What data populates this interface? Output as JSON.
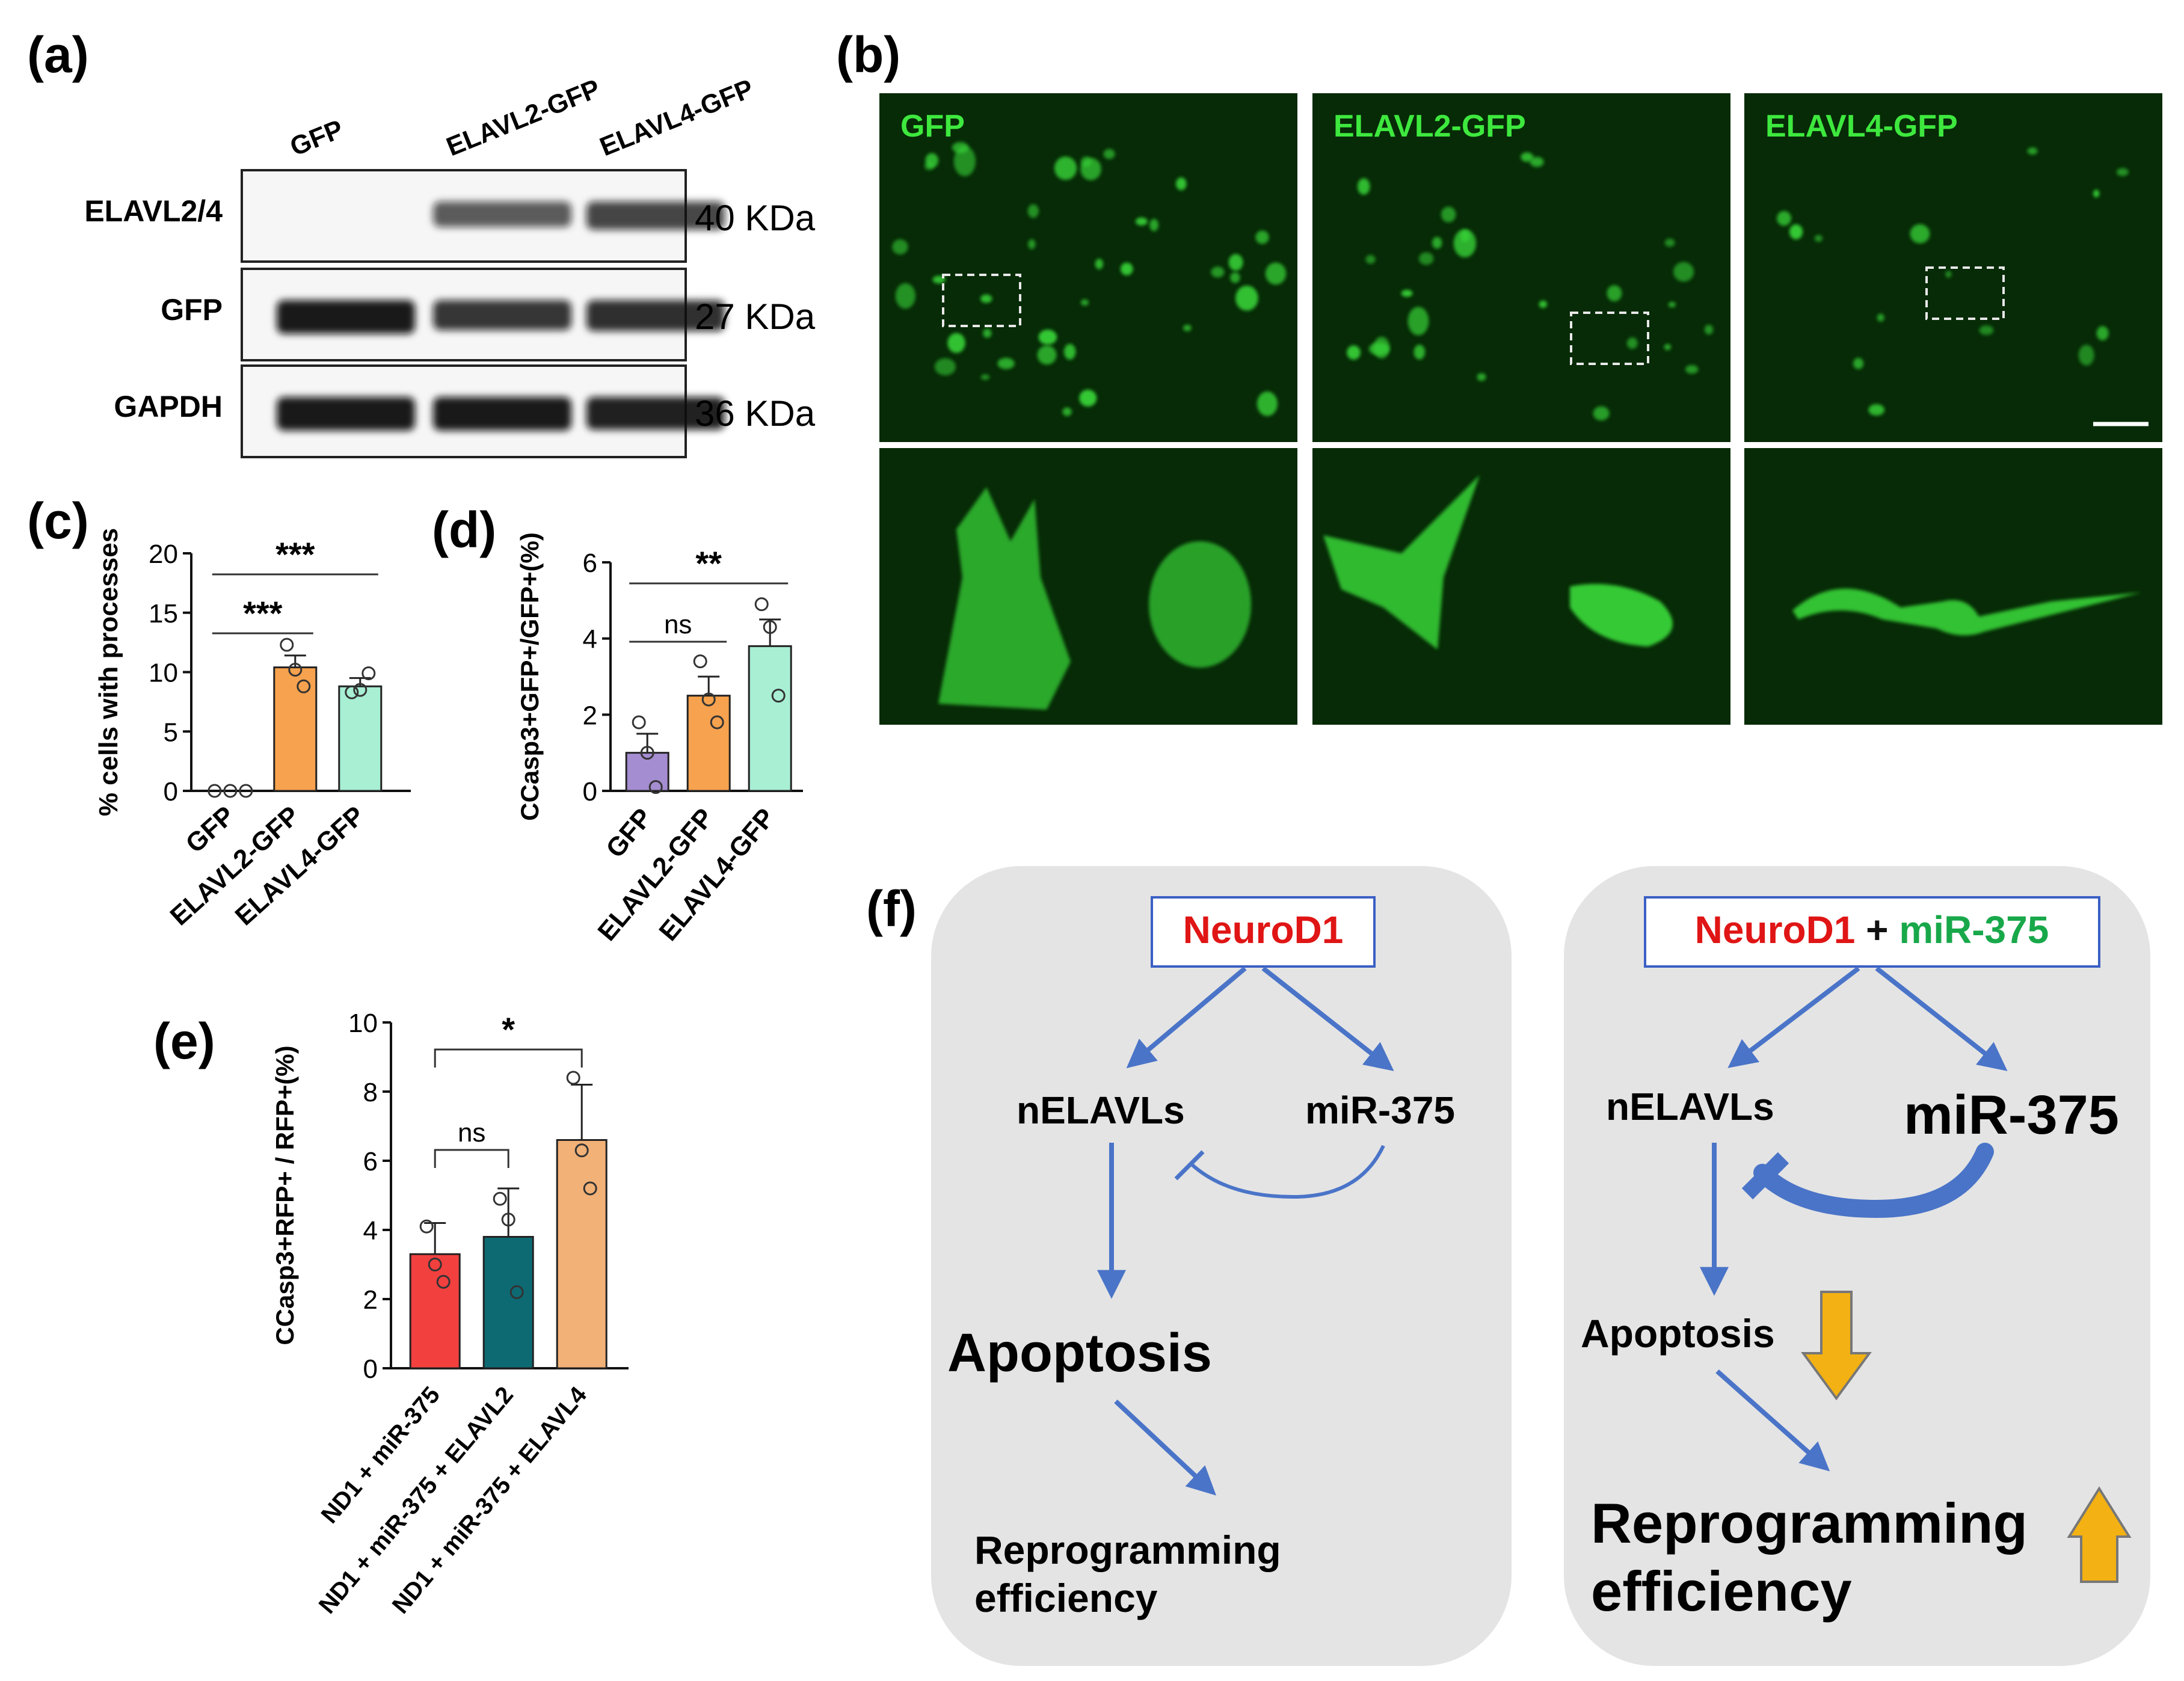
{
  "panels": {
    "a": "(a)",
    "b": "(b)",
    "c": "(c)",
    "d": "(d)",
    "e": "(e)",
    "f": "(f)"
  },
  "western": {
    "lanes": [
      "GFP",
      "ELAVL2-GFP",
      "ELAVL4-GFP"
    ],
    "rows": [
      {
        "label": "ELAVL2/4",
        "size": "40 KDa",
        "bands": [
          0.0,
          0.55,
          0.7
        ]
      },
      {
        "label": "GFP",
        "size": "27 KDa",
        "bands": [
          1.0,
          0.8,
          0.85
        ]
      },
      {
        "label": "GAPDH",
        "size": "36 KDa",
        "bands": [
          1.0,
          1.0,
          0.95
        ]
      }
    ]
  },
  "microscopy": {
    "labels": [
      "GFP",
      "ELAVL2-GFP",
      "ELAVL4-GFP"
    ],
    "colors": {
      "background": "#062b06",
      "cell": "#37d337",
      "label": "#3ee83e",
      "border": "#ffffff"
    }
  },
  "chart_data": [
    {
      "id": "c",
      "type": "bar",
      "ylabel": "% cells with processes",
      "categories": [
        "GFP",
        "ELAVL2-GFP",
        "ELAVL4-GFP"
      ],
      "values": [
        0,
        10.4,
        8.8
      ],
      "errors": [
        0,
        1.0,
        0.7
      ],
      "points": [
        [
          0,
          0,
          0
        ],
        [
          12.3,
          10.2,
          8.8
        ],
        [
          8.3,
          8.5,
          9.9
        ]
      ],
      "colors": [
        "#a58dd1",
        "#f7a24e",
        "#a8efd4"
      ],
      "ylim": [
        0,
        20
      ],
      "yticks": [
        0,
        5,
        10,
        15,
        20
      ],
      "significance": [
        {
          "from": 0,
          "to": 1,
          "label": "***"
        },
        {
          "from": 0,
          "to": 2,
          "label": "***"
        }
      ]
    },
    {
      "id": "d",
      "type": "bar",
      "ylabel": "CCasp3+GFP+/GFP+(%)",
      "categories": [
        "GFP",
        "ELAVL2-GFP",
        "ELAVL4-GFP"
      ],
      "values": [
        1.0,
        2.5,
        3.8
      ],
      "errors": [
        0.5,
        0.5,
        0.7
      ],
      "points": [
        [
          1.8,
          1.0,
          0.1
        ],
        [
          3.4,
          2.4,
          1.8
        ],
        [
          4.9,
          4.3,
          2.5
        ]
      ],
      "colors": [
        "#a58dd1",
        "#f7a24e",
        "#a8efd4"
      ],
      "ylim": [
        0,
        6
      ],
      "yticks": [
        0,
        2,
        4,
        6
      ],
      "significance": [
        {
          "from": 0,
          "to": 1,
          "label": "ns"
        },
        {
          "from": 0,
          "to": 2,
          "label": "**"
        }
      ]
    },
    {
      "id": "e",
      "type": "bar",
      "ylabel": "CCasp3+RFP+ / RFP+(%)",
      "categories": [
        "ND1 + miR-375",
        "ND1 + miR-375 + ELAVL2",
        "ND1 + miR-375 + ELAVL4"
      ],
      "values": [
        3.3,
        3.8,
        6.6
      ],
      "errors": [
        0.9,
        1.4,
        1.6
      ],
      "points": [
        [
          4.1,
          3.0,
          2.5
        ],
        [
          4.9,
          4.3,
          2.2
        ],
        [
          8.4,
          6.3,
          5.2
        ]
      ],
      "colors": [
        "#f2403f",
        "#0d6a73",
        "#f2b177"
      ],
      "ylim": [
        0,
        10
      ],
      "yticks": [
        0,
        2,
        4,
        6,
        8,
        10
      ],
      "significance": [
        {
          "from": 0,
          "to": 1,
          "label": "ns"
        },
        {
          "from": 0,
          "to": 2,
          "label": "*"
        }
      ]
    }
  ],
  "diagram": {
    "left": {
      "top_box": "NeuroD1",
      "node_left": "nELAVLs",
      "node_right": "miR-375",
      "apoptosis": "Apoptosis",
      "outcome_line1": "Reprogramming",
      "outcome_line2": "efficiency"
    },
    "right": {
      "top_box_part1": "NeuroD1",
      "top_box_plus": " + ",
      "top_box_part2": "miR-375",
      "node_left": "nELAVLs",
      "node_right": "miR-375",
      "apoptosis": "Apoptosis",
      "outcome_line1": "Reprogramming",
      "outcome_line2": "efficiency"
    },
    "colors": {
      "panel": "#e4e4e4",
      "arrow": "#4a74c8",
      "neurod1": "#e01515",
      "mir": "#18a84a",
      "box": "#3b5fc4",
      "updown": "#f3b113"
    }
  }
}
